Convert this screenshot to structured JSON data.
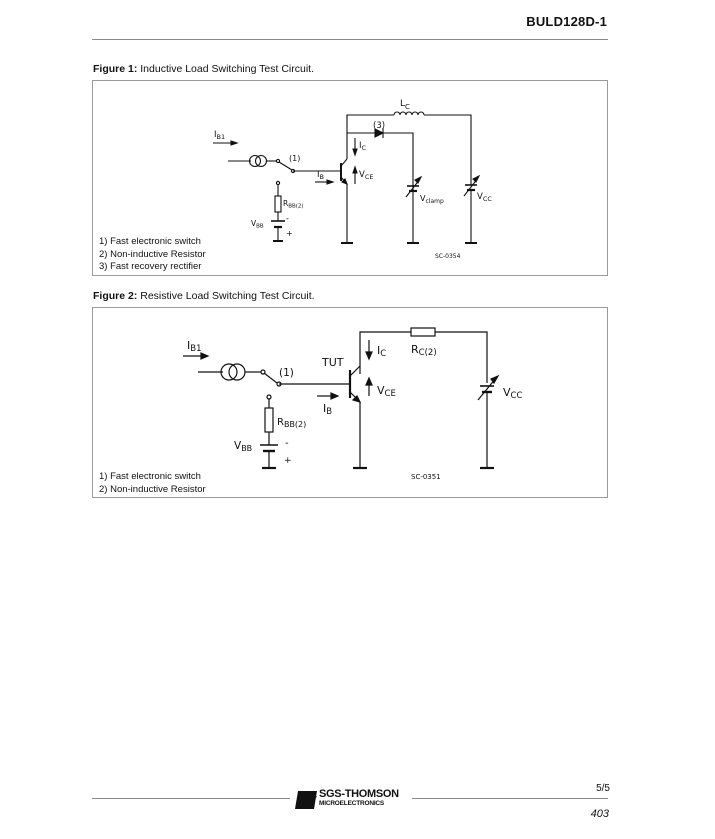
{
  "header": {
    "part_number": "BULD128D-1"
  },
  "figure1": {
    "label": "Figure 1:",
    "title": " Inductive Load Switching Test Circuit.",
    "notes": [
      "1) Fast electronic switch",
      "2) Non-inductive Resistor",
      "3) Fast recovery rectifier"
    ],
    "labels": {
      "lc": "L",
      "lc_sub": "C",
      "note3": "(3)",
      "ib1": "I",
      "ib1_sub": "B1",
      "switch": "(1)",
      "ic": "I",
      "ic_sub": "C",
      "vce": "V",
      "vce_sub": "CE",
      "ib": "I",
      "ib_sub": "B",
      "rbb": "R",
      "rbb_sub": "BB(2)",
      "vbb": "V",
      "vbb_sub": "BB",
      "minus": "-",
      "plus": "+",
      "vclamp": "V",
      "vclamp_sub": "clamp",
      "vcc": "V",
      "vcc_sub": "CC",
      "code": "SC-0354"
    }
  },
  "figure2": {
    "label": "Figure 2:",
    "title": " Resistive Load Switching Test Circuit.",
    "notes": [
      "1) Fast electronic switch",
      "2) Non-inductive Resistor"
    ],
    "labels": {
      "ib1": "I",
      "ib1_sub": "B1",
      "switch": "(1)",
      "tut": "TUT",
      "ic": "I",
      "ic_sub": "C",
      "rc": "R",
      "rc_sub": "C(2)",
      "vce": "V",
      "vce_sub": "CE",
      "ib": "I",
      "ib_sub": "B",
      "rbb": "R",
      "rbb_sub": "BB(2)",
      "vbb": "V",
      "vbb_sub": "BB",
      "minus": "-",
      "plus": "+",
      "vcc": "V",
      "vcc_sub": "CC",
      "code": "SC-0351"
    }
  },
  "footer": {
    "page_fraction": "5/5",
    "page_number": "403",
    "brand_name": "SGS-THOMSON",
    "brand_sub": "MICROELECTRONICS",
    "logo_text": "ST"
  }
}
